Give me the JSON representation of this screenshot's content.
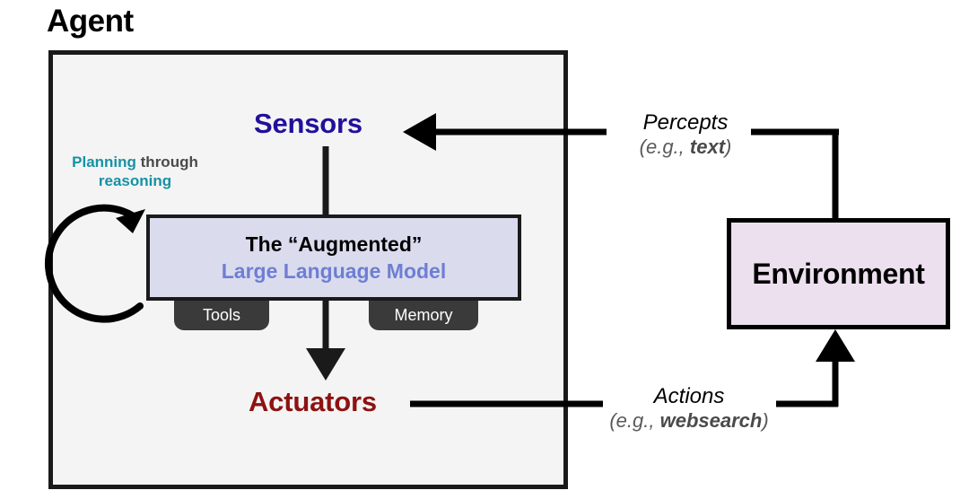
{
  "diagram": {
    "title": "Agent",
    "agent": {
      "title": "Agent",
      "sensors_label": "Sensors",
      "actuators_label": "Actuators",
      "llm": {
        "line1": "The “Augmented”",
        "line2": "Large Language Model"
      },
      "tabs": [
        {
          "label": "Tools"
        },
        {
          "label": "Memory"
        }
      ],
      "planning": {
        "word1": "Planning",
        "word2": " through",
        "line2": "reasoning"
      }
    },
    "environment": {
      "label": "Environment"
    },
    "flows": {
      "percepts": {
        "main": "Percepts",
        "sub_prefix": "(e.g., ",
        "sub_bold": "text",
        "sub_suffix": ")"
      },
      "actions": {
        "main": "Actions",
        "sub_prefix": "(e.g., ",
        "sub_bold": "websearch",
        "sub_suffix": ")"
      }
    },
    "colors": {
      "sensors": "#22109c",
      "actuators": "#8e1212",
      "llm_fill": "#dadcee",
      "llm_text_accent": "#6e7ed3",
      "environment_fill": "#ece0ef",
      "agent_fill": "#f4f4f4",
      "planning_accent": "#1692a4",
      "tab_fill": "#3a3a3a",
      "stroke": "#1a1a1a"
    }
  }
}
